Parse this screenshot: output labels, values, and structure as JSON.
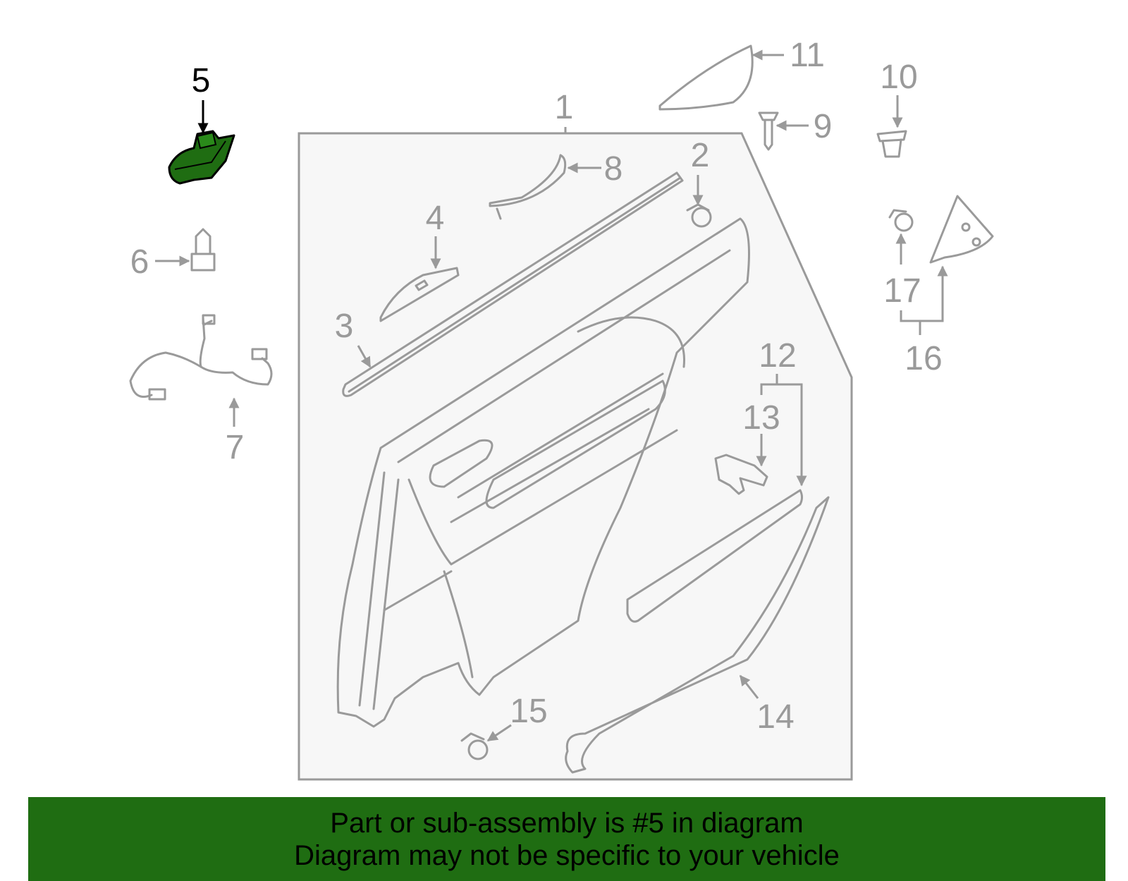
{
  "diagram": {
    "callouts": [
      "1",
      "2",
      "3",
      "4",
      "5",
      "6",
      "7",
      "8",
      "9",
      "10",
      "11",
      "12",
      "13",
      "14",
      "15",
      "16",
      "17"
    ],
    "highlighted_part": "5",
    "colors": {
      "outline": "#9a9a9a",
      "panel_fill": "#f7f7f7",
      "highlight_fill": "#1f6d12",
      "highlight_label": "#000000"
    }
  },
  "banner": {
    "line1": "Part or sub-assembly is #5 in diagram",
    "line2": "Diagram may not be specific to your vehicle",
    "background": "#1f6d12"
  }
}
